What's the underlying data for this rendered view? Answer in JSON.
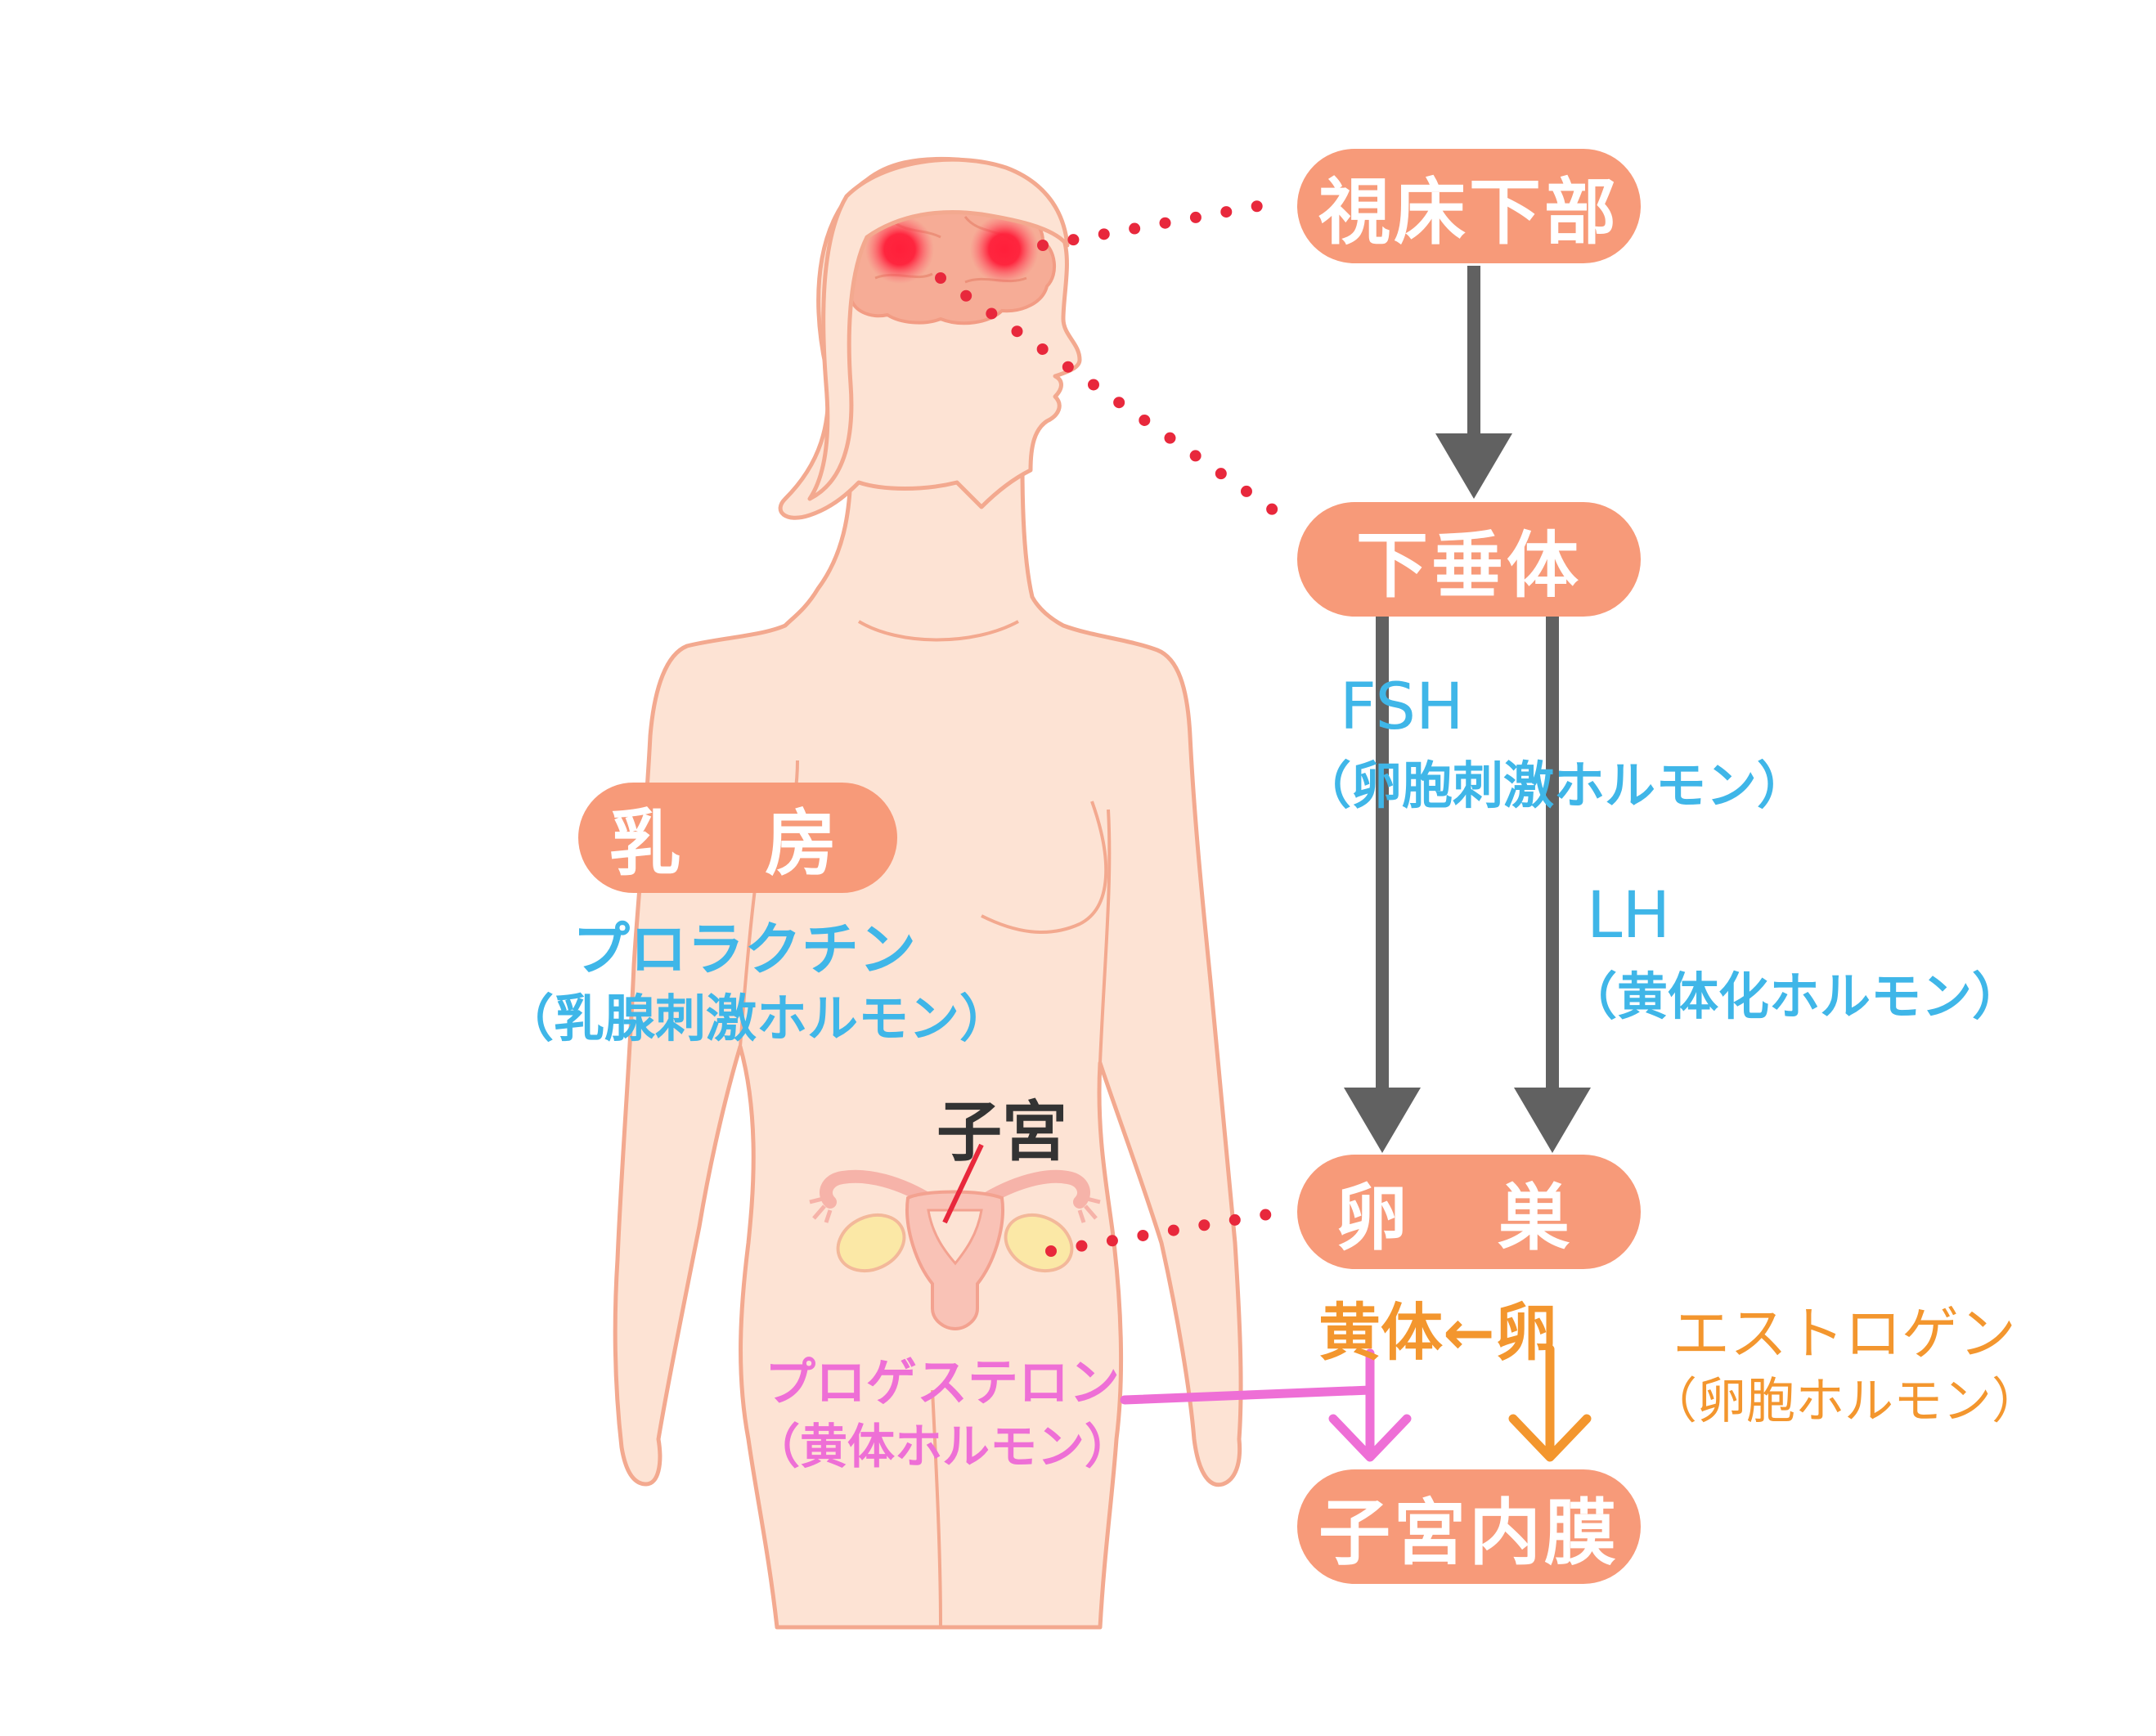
{
  "colors": {
    "skin_fill": "#fde3d4",
    "skin_outline": "#f3a98f",
    "pill": "#f79a79",
    "hypothalamus_dot": "#ff2a40",
    "dotted_line": "#e8283c",
    "arrow_gray": "#616161",
    "hormone_blue": "#3fb6e8",
    "hormone_orange": "#f3962e",
    "hormone_pink": "#ee6fd6",
    "ovary_yellow": "#fbe8a6"
  },
  "nodes": {
    "hypothalamus": "視床下部",
    "pituitary": "下垂体",
    "ovary": "卵 巣",
    "endometrium": "子宮内膜",
    "breast": "乳 房"
  },
  "labels": {
    "uterus": "子宮",
    "fsh": "FSH",
    "fsh_sub": "（卵胞刺激ホルモン）",
    "lh": "LH",
    "lh_sub": "（黄体化ホルモン）",
    "prolactin": "プロラクチン",
    "prolactin_sub": "（乳腺刺激ホルモン）",
    "corpus_egg": "黄体←卵",
    "estrogen": "エストロゲン",
    "estrogen_sub": "（卵胞ホルモン）",
    "progesterone": "プロゲステロン",
    "progesterone_sub": "（黄体ホルモン）"
  }
}
